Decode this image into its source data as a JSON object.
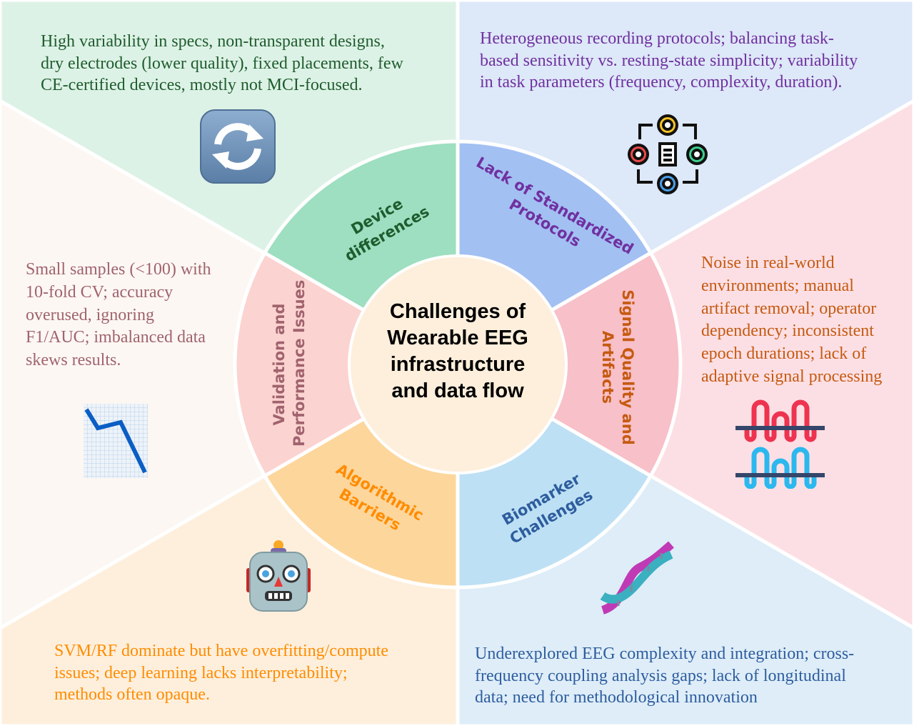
{
  "title_lines": [
    "Challenges of",
    "Wearable EEG",
    "infrastructure",
    "and data flow"
  ],
  "segments": [
    {
      "id": "device",
      "label_lines": [
        "Device",
        "differences"
      ],
      "color": "#1f5c2e",
      "fill": "#9ddfc0",
      "bg": "#ddf2e6"
    },
    {
      "id": "protocols",
      "label_lines": [
        "Lack of Standardized",
        "Protocols"
      ],
      "color": "#7030a0",
      "fill": "#a2c0f2",
      "bg": "#dde8f8"
    },
    {
      "id": "signal",
      "label_lines": [
        "Signal Quality and",
        "Artifacts"
      ],
      "color": "#c55a11",
      "fill": "#f8c0c8",
      "bg": "#fcdfe4"
    },
    {
      "id": "biomarker",
      "label_lines": [
        "Biomarker",
        "Challenges"
      ],
      "color": "#2e5d9e",
      "fill": "#bde0f4",
      "bg": "#deedf8"
    },
    {
      "id": "algorithmic",
      "label_lines": [
        "Algorithmic",
        "Barriers"
      ],
      "color": "#ff8c00",
      "fill": "#fdd69c",
      "bg": "#feefdc"
    },
    {
      "id": "validation",
      "label_lines": [
        "Validation and",
        "Performance Issues"
      ],
      "color": "#a0636e",
      "fill": "#fbd3d0",
      "bg": "#fcf7f2"
    }
  ],
  "center_fill": "#fdefdc",
  "descriptions": {
    "device": [
      "High variability in specs, non-transparent designs,",
      "dry electrodes (lower quality), fixed placements, few",
      "CE-certified devices, mostly not MCI-focused."
    ],
    "protocols": [
      "Heterogeneous recording protocols; balancing task-",
      "based sensitivity vs. resting-state simplicity; variability",
      "in task parameters (frequency, complexity, duration)."
    ],
    "signal": [
      "Noise in real-world",
      "environments; manual",
      "artifact removal; operator",
      "dependency; inconsistent",
      "epoch durations; lack of",
      "adaptive signal processing"
    ],
    "validation": [
      "Small samples (<100) with",
      "10-fold CV; accuracy",
      "overused, ignoring",
      "F1/AUC; imbalanced data",
      "skews results."
    ],
    "algorithmic": [
      "SVM/RF dominate but have overfitting/compute",
      "issues; deep learning lacks interpretability;",
      "methods often opaque."
    ],
    "biomarker": [
      "Underexplored EEG complexity and integration; cross-",
      "frequency coupling analysis gaps; lack of longitudinal",
      "data; need for methodological innovation"
    ]
  }
}
